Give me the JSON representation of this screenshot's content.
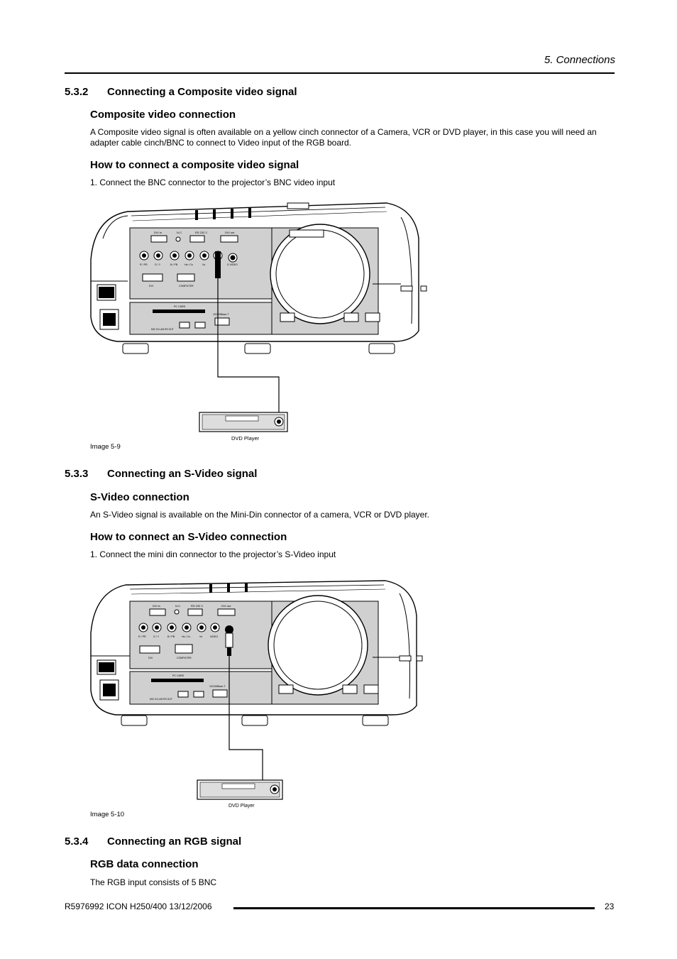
{
  "header": {
    "chapter": "5. Connections"
  },
  "sections": [
    {
      "number": "5.3.2",
      "title": "Connecting a Composite video signal",
      "sub1": "Composite video connection",
      "para": "A Composite video signal is often available on a yellow cinch connector of a Camera, VCR or DVD player, in this case you will need an adapter cable cinch/BNC to connect to Video input of the RGB board.",
      "sub2": "How to connect a composite video signal",
      "step": "1.  Connect the BNC connector to the projector’s BNC video input",
      "device_label": "DVD Player",
      "caption": "Image 5-9"
    },
    {
      "number": "5.3.3",
      "title": "Connecting an S-Video signal",
      "sub1": "S-Video connection",
      "para": "An S-Video signal is available on the Mini-Din connector of a camera, VCR or DVD player.",
      "sub2": "How to connect an S-Video connection",
      "step": "1.  Connect the mini din connector to the projector’s S-Video input",
      "device_label": "DVD Player",
      "caption": "Image 5-10"
    },
    {
      "number": "5.3.4",
      "title": "Connecting an RGB signal",
      "sub1": "RGB data connection",
      "para": "The RGB input consists of 5 BNC"
    }
  ],
  "panel_labels": {
    "dvi_in": "DVI in",
    "nc": "N.C.",
    "rs232": "RS 232 C",
    "dvi_out": "DVI out",
    "r_pr": "R / PR",
    "g_y": "G / Y",
    "b_pb": "B / PB",
    "hs_cs": "Hs / Cs",
    "vs": "Vs",
    "video": "VIDEO",
    "svideo": "S-VIDEO",
    "dvi": "DVI",
    "computer": "COMPUTER",
    "pc_card": "PC CARD",
    "ethernet": "10/100Base-T",
    "ports": "MIC  IN   LAN  RS  OUT"
  },
  "footer": {
    "doc": "R5976992  ICON H250/400  13/12/2006",
    "page": "23"
  }
}
